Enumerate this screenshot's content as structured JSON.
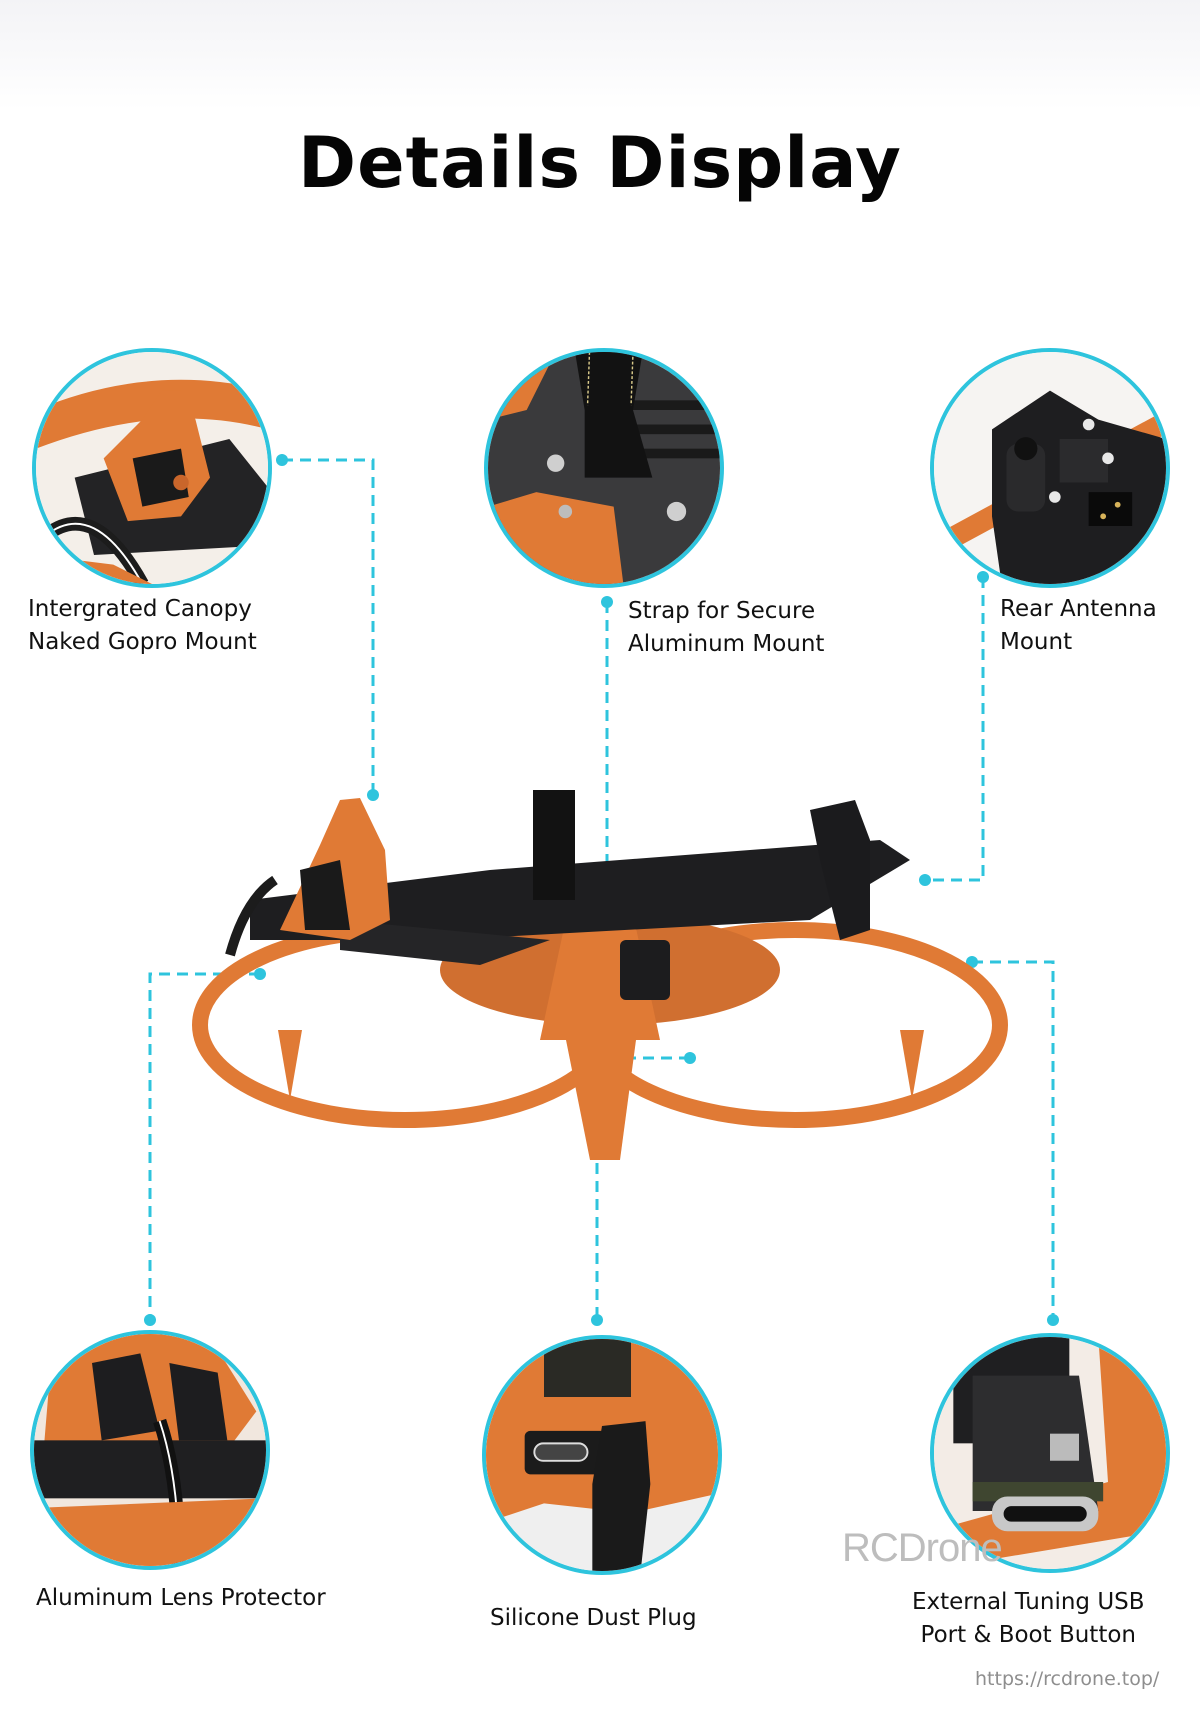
{
  "page": {
    "title": "Details Display",
    "accent_color": "#2ec4dd",
    "product_colors": {
      "frame_orange": "#e07a35",
      "carbon_black": "#1c1c1e"
    }
  },
  "callouts": [
    {
      "id": "canopy",
      "lines": [
        "Intergrated Canopy",
        "Naked Gopro Mount"
      ],
      "position": "top-left"
    },
    {
      "id": "strap",
      "lines": [
        "Strap for Secure",
        "Aluminum Mount"
      ],
      "position": "top-center"
    },
    {
      "id": "antenna",
      "lines": [
        "Rear Antenna",
        "Mount"
      ],
      "position": "top-right"
    },
    {
      "id": "lens",
      "lines": [
        "Aluminum Lens Protector"
      ],
      "position": "bottom-left"
    },
    {
      "id": "dustplug",
      "lines": [
        "Silicone Dust Plug"
      ],
      "position": "bottom-center"
    },
    {
      "id": "usb",
      "lines": [
        "External Tuning USB",
        "Port & Boot Button"
      ],
      "position": "bottom-right"
    }
  ],
  "watermark": {
    "text": "RCDrone"
  },
  "footer": {
    "url": "https://rcdrone.top/"
  }
}
